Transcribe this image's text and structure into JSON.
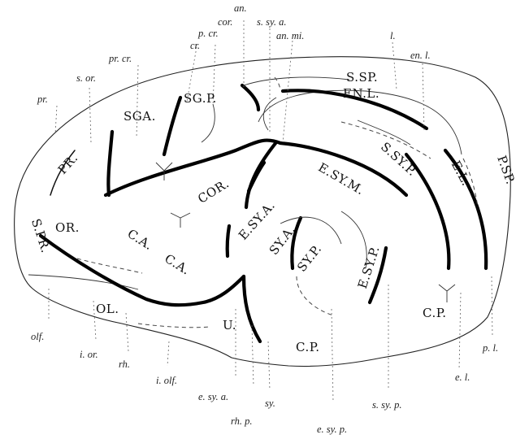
{
  "region_labels": {
    "sga": "SGA.",
    "sgp": "SG.P.",
    "ssp": "S.SP.",
    "enl": "EN.L.",
    "pr": "PR.",
    "cor": "COR.",
    "ssyp": "S.SY.P.",
    "el": "E.L.",
    "psp": "P.SP.",
    "esya_upper": "E.SY.A.",
    "esym": "E.SY.M.",
    "or": "OR.",
    "spr": "S.PR.",
    "sya": "SY.A.",
    "syp": "SY.P.",
    "ca1": "C.A.",
    "ca2": "C.A.",
    "esyp": "E.SY.P.",
    "ol": "OL.",
    "u": "U.",
    "cp_right": "C.P.",
    "cp_bottom": "C.P."
  },
  "leader_labels": {
    "an": "an.",
    "cor": "cor.",
    "ssya": "s. sy. a.",
    "pcr": "p. cr.",
    "anmi": "an. mi.",
    "l": "l.",
    "cr": "cr.",
    "prcr": "pr. cr.",
    "enl": "en. l.",
    "sor": "s. or.",
    "pr": "pr.",
    "olf": "olf.",
    "ior": "i. or.",
    "rh": "rh.",
    "iolf": "i. olf.",
    "esya": "e. sy. a.",
    "sy": "sy.",
    "rhp": "rh. p.",
    "esyp": "e. sy. p.",
    "ssyp": "s. sy. p.",
    "el": "e. l.",
    "pl": "p. l."
  }
}
